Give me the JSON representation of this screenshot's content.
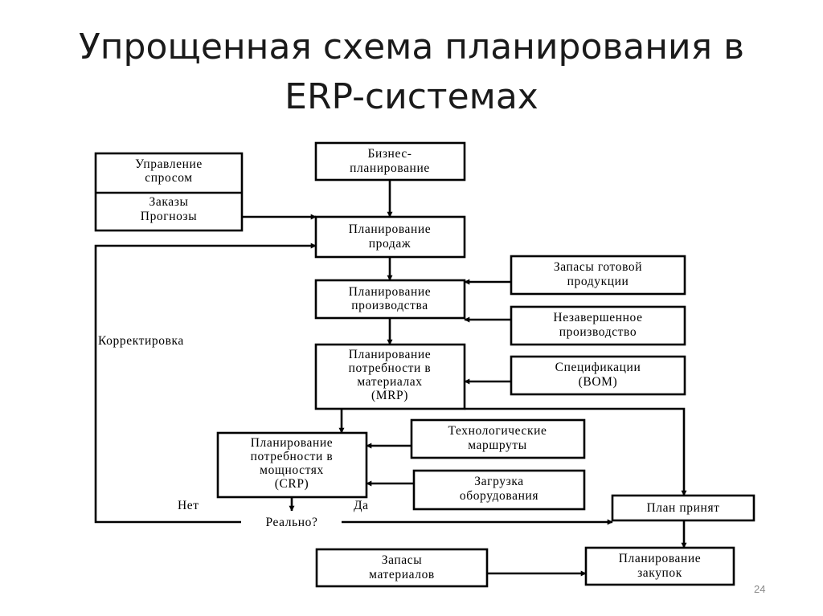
{
  "slide": {
    "title_line1": "Упрощенная схема планирования в",
    "title_line2": "ERP-системах",
    "page_number": "24"
  },
  "diagram": {
    "demand_management_title": [
      "Управление",
      "спросом"
    ],
    "demand_management_items": [
      "Заказы",
      "Прогнозы"
    ],
    "business_planning": [
      "Бизнес-",
      "планирование"
    ],
    "sales_planning": [
      "Планирование",
      "продаж"
    ],
    "finished_goods_stock": [
      "Запасы готовой",
      "продукции"
    ],
    "production_planning": [
      "Планирование",
      "производства"
    ],
    "work_in_progress": [
      "Незавершенное",
      "производство"
    ],
    "mrp": [
      "Планирование",
      "потребности в",
      "материалах",
      "(MRP)"
    ],
    "bom": [
      "Спецификации",
      "(BOM)"
    ],
    "routings": [
      "Технологические",
      "маршруты"
    ],
    "crp": [
      "Планирование",
      "потребности в",
      "мощностях",
      "(CRP)"
    ],
    "equipment_load": [
      "Загрузка",
      "оборудования"
    ],
    "plan_accepted": "План принят",
    "materials_stock": [
      "Запасы",
      "материалов"
    ],
    "purchase_planning": [
      "Планирование",
      "закупок"
    ],
    "correction_label": "Корректировка",
    "no_label": "Нет",
    "yes_label": "Да",
    "realistic_label": "Реально?"
  }
}
